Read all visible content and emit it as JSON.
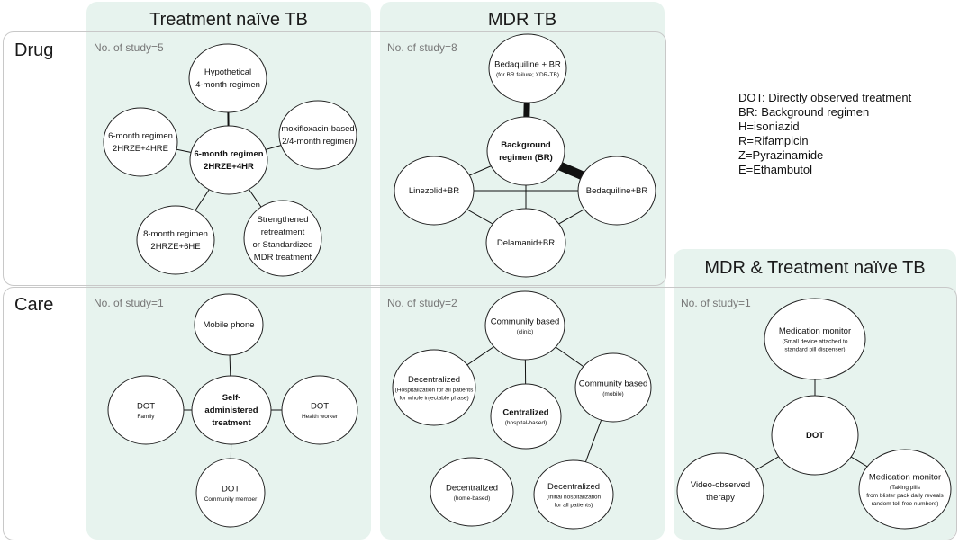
{
  "columns": {
    "naive": "Treatment naïve TB",
    "mdr": "MDR TB",
    "both": "MDR & Treatment naïve TB"
  },
  "rows": {
    "drug": "Drug",
    "care": "Care"
  },
  "studies": {
    "drug_naive": "No. of study=5",
    "drug_mdr": "No. of study=8",
    "care_naive": "No. of study=1",
    "care_mdr": "No. of study=2",
    "care_both": "No. of study=1"
  },
  "legend": [
    "DOT: Directly observed treatment",
    "BR: Background regimen",
    "H=isoniazid",
    "R=Rifampicin",
    "Z=Pyrazinamide",
    "E=Ethambutol"
  ],
  "nodes": [
    {
      "id": "hyp",
      "lines": [
        {
          "t": "Hypothetical"
        },
        {
          "t": "4-month regimen"
        }
      ]
    },
    {
      "id": "six_side",
      "lines": [
        {
          "t": "6-month regimen"
        },
        {
          "t": "2HRZE+4HRE"
        }
      ]
    },
    {
      "id": "six_c",
      "lines": [
        {
          "t": "6-month regimen",
          "b": true
        },
        {
          "t": "2HRZE+4HR",
          "b": true
        }
      ]
    },
    {
      "id": "moxi",
      "lines": [
        {
          "t": "moxifloxacin-based"
        },
        {
          "t": "2/4-month regimen"
        }
      ]
    },
    {
      "id": "eight",
      "lines": [
        {
          "t": "8-month regimen"
        },
        {
          "t": "2HRZE+6HE"
        }
      ]
    },
    {
      "id": "streng",
      "lines": [
        {
          "t": "Strengthened"
        },
        {
          "t": "retreatment"
        },
        {
          "t": "or Standardized"
        },
        {
          "t": "MDR treatment"
        }
      ]
    },
    {
      "id": "bedabr",
      "lines": [
        {
          "t": "Bedaquiline + BR"
        },
        {
          "t": "(for BR failure; XDR-TB)",
          "s": true
        }
      ]
    },
    {
      "id": "bg",
      "lines": [
        {
          "t": "Background",
          "b": true
        },
        {
          "t": "regimen (BR)",
          "b": true
        }
      ]
    },
    {
      "id": "line",
      "lines": [
        {
          "t": "Linezolid+BR"
        }
      ]
    },
    {
      "id": "beda",
      "lines": [
        {
          "t": "Bedaquiline+BR"
        }
      ]
    },
    {
      "id": "dela",
      "lines": [
        {
          "t": "Delamanid+BR"
        }
      ]
    },
    {
      "id": "mob",
      "lines": [
        {
          "t": "Mobile phone"
        }
      ]
    },
    {
      "id": "dotf",
      "lines": [
        {
          "t": "DOT"
        },
        {
          "t": "Family",
          "s": true
        }
      ]
    },
    {
      "id": "self",
      "lines": [
        {
          "t": "Self-",
          "b": true
        },
        {
          "t": "administered",
          "b": true
        },
        {
          "t": "treatment",
          "b": true
        }
      ]
    },
    {
      "id": "doth",
      "lines": [
        {
          "t": "DOT"
        },
        {
          "t": "Health worker",
          "s": true
        }
      ]
    },
    {
      "id": "dotc",
      "lines": [
        {
          "t": "DOT"
        },
        {
          "t": "Community member",
          "s": true
        }
      ]
    },
    {
      "id": "commc",
      "lines": [
        {
          "t": "Community based"
        },
        {
          "t": "(clinic)",
          "s": true
        }
      ]
    },
    {
      "id": "decw",
      "lines": [
        {
          "t": "Decentralized"
        },
        {
          "t": "(Hospitalization for all patients",
          "s": true
        },
        {
          "t": "for whole injectable phase)",
          "s": true
        }
      ]
    },
    {
      "id": "cent",
      "lines": [
        {
          "t": "Centralized",
          "b": true
        },
        {
          "t": "(hospital-based)",
          "s": true
        }
      ]
    },
    {
      "id": "commm",
      "lines": [
        {
          "t": "Community based"
        },
        {
          "t": "(mobile)",
          "s": true
        }
      ]
    },
    {
      "id": "dech",
      "lines": [
        {
          "t": "Decentralized"
        },
        {
          "t": "(home-based)",
          "s": true
        }
      ]
    },
    {
      "id": "deci",
      "lines": [
        {
          "t": "Decentralized"
        },
        {
          "t": "(Initial hospitalization",
          "s": true
        },
        {
          "t": "for all patients)",
          "s": true
        }
      ]
    },
    {
      "id": "medm",
      "lines": [
        {
          "t": "Medication monitor"
        },
        {
          "t": "(Small device attached to",
          "s": true
        },
        {
          "t": "standard pill dispenser)",
          "s": true
        }
      ]
    },
    {
      "id": "dot",
      "lines": [
        {
          "t": "DOT",
          "b": true
        }
      ]
    },
    {
      "id": "video",
      "lines": [
        {
          "t": "Video-observed"
        },
        {
          "t": "therapy"
        }
      ]
    },
    {
      "id": "medt",
      "lines": [
        {
          "t": "Medication monitor"
        },
        {
          "t": "(Taking pills",
          "s": true
        },
        {
          "t": "from blister pack daily reveals",
          "s": true
        },
        {
          "t": "random toll-free numbers)",
          "s": true
        }
      ]
    }
  ]
}
